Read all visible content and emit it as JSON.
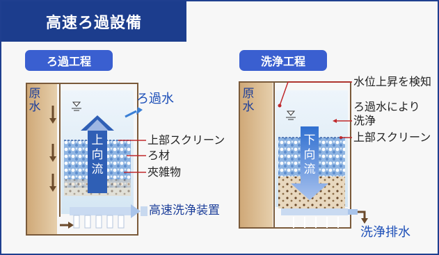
{
  "header": {
    "title": "高速ろ過設備"
  },
  "filtration": {
    "label": "ろ過工程",
    "raw_water": "原水",
    "filtered_water": "ろ過水",
    "flow_chars": [
      "上",
      "向",
      "流"
    ],
    "callouts": {
      "upper_screen": "上部スクリーン",
      "media": "ろ材",
      "impurities": "夾雑物"
    },
    "washing_device": "高速洗浄装置"
  },
  "washing": {
    "label": "洗浄工程",
    "raw_water": "原水",
    "flow_chars": [
      "下",
      "向",
      "流"
    ],
    "callouts": {
      "level_detect": "水位上昇を検知",
      "by_filtered_1": "ろ過水により",
      "by_filtered_2": "洗浄",
      "upper_screen": "上部スクリーン"
    },
    "drain": "洗浄排水"
  },
  "colors": {
    "accent": "#1c3d8d",
    "pill": "#3a5fd0",
    "callout": "#c0282b",
    "tank": "#d9b98f"
  }
}
